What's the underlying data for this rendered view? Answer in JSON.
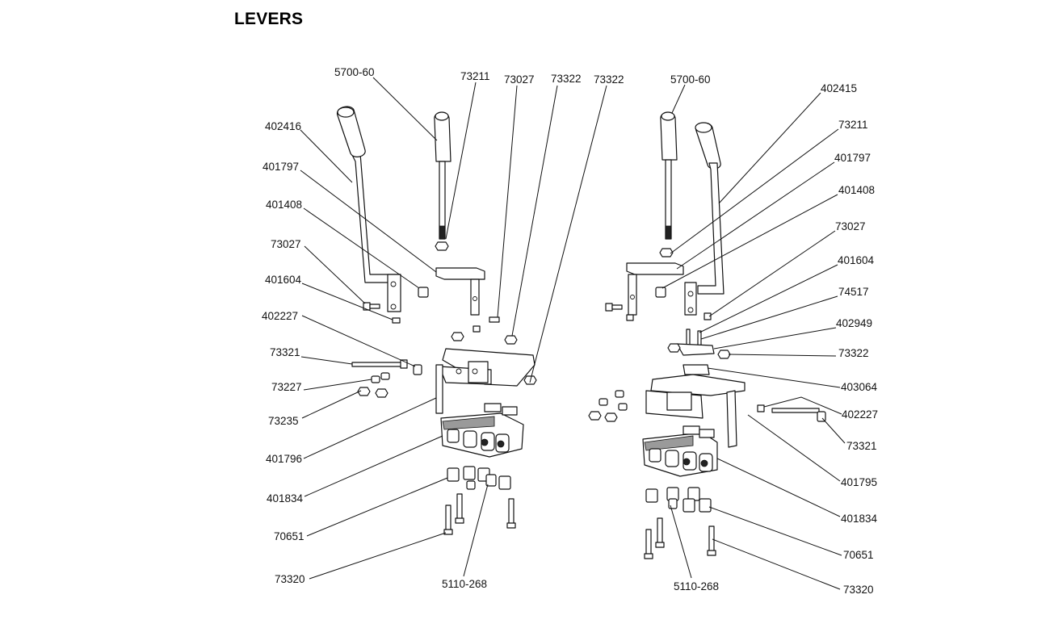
{
  "title": "LEVERS",
  "labels": [
    {
      "id": "L1",
      "text": "5700-60"
    },
    {
      "id": "L2",
      "text": "73211"
    },
    {
      "id": "L3",
      "text": "73027"
    },
    {
      "id": "L4",
      "text": "73322"
    },
    {
      "id": "L5",
      "text": "73322"
    },
    {
      "id": "L6",
      "text": "402416"
    },
    {
      "id": "L7",
      "text": "401797"
    },
    {
      "id": "L8",
      "text": "401408"
    },
    {
      "id": "L9",
      "text": "73027"
    },
    {
      "id": "L10",
      "text": "401604"
    },
    {
      "id": "L11",
      "text": "402227"
    },
    {
      "id": "L12",
      "text": "73321"
    },
    {
      "id": "L13",
      "text": "73227"
    },
    {
      "id": "L14",
      "text": "73235"
    },
    {
      "id": "L15",
      "text": "401796"
    },
    {
      "id": "L16",
      "text": "401834"
    },
    {
      "id": "L17",
      "text": "70651"
    },
    {
      "id": "L18",
      "text": "73320"
    },
    {
      "id": "L19",
      "text": "5110-268"
    },
    {
      "id": "R1",
      "text": "5700-60"
    },
    {
      "id": "R2",
      "text": "402415"
    },
    {
      "id": "R3",
      "text": "73211"
    },
    {
      "id": "R4",
      "text": "401797"
    },
    {
      "id": "R5",
      "text": "401408"
    },
    {
      "id": "R6",
      "text": "73027"
    },
    {
      "id": "R7",
      "text": "401604"
    },
    {
      "id": "R8",
      "text": "74517"
    },
    {
      "id": "R9",
      "text": "402949"
    },
    {
      "id": "R10",
      "text": "73322"
    },
    {
      "id": "R11",
      "text": "403064"
    },
    {
      "id": "R12",
      "text": "402227"
    },
    {
      "id": "R13",
      "text": "73321"
    },
    {
      "id": "R14",
      "text": "401795"
    },
    {
      "id": "R15",
      "text": "401834"
    },
    {
      "id": "R16",
      "text": "70651"
    },
    {
      "id": "R17",
      "text": "73320"
    },
    {
      "id": "R18",
      "text": "5110-268"
    }
  ]
}
